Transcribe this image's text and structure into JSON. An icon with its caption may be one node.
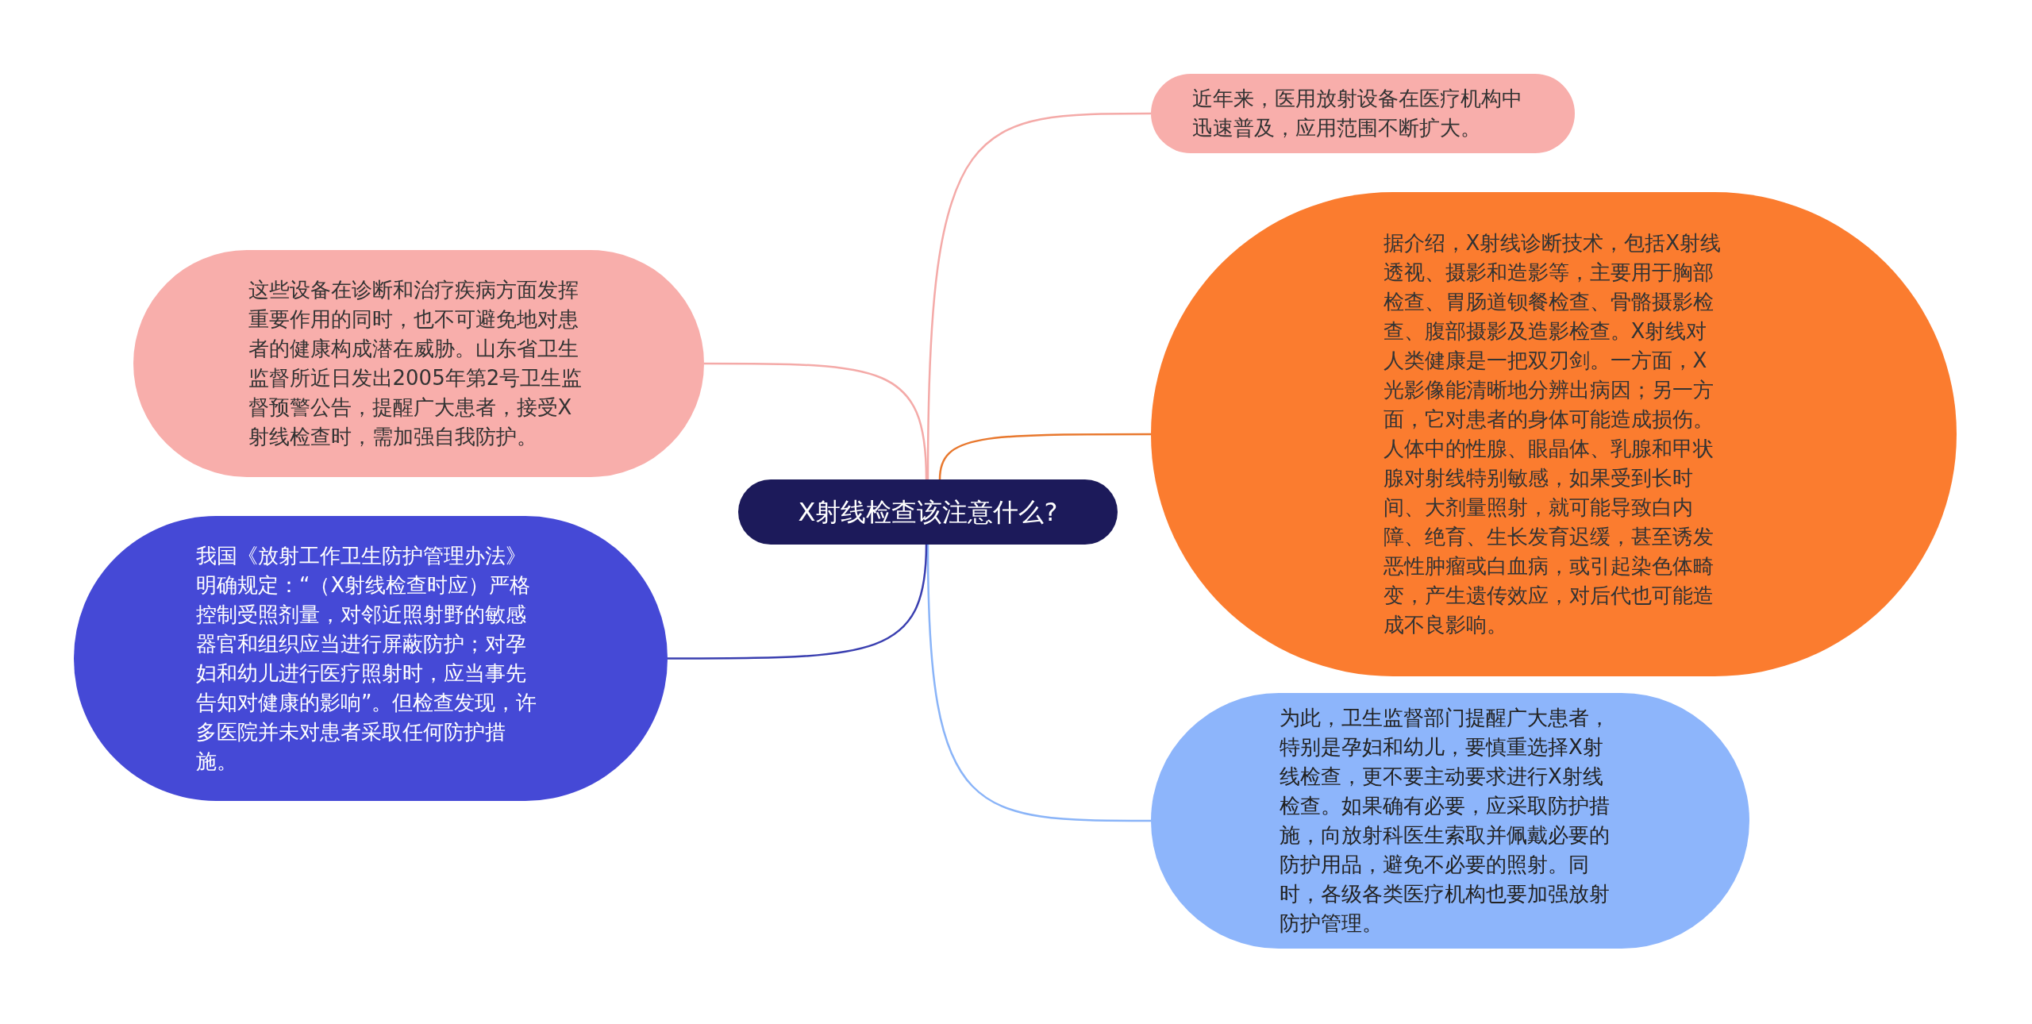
{
  "diagram": {
    "nodes": [
      {
        "text": [
          "X射线检查该注意什么?"
        ]
      },
      {
        "text": [
          "近年来，医用放射设备在医疗机构中迅速普及，应用范围不断扩大。"
        ]
      },
      {
        "text": [
          "据介绍，X射线诊断技术，包括X射线透视、摄影和造影等，主要用于胸部检查、胃肠道钡餐检查、骨骼摄影检查、腹部摄影及造影检查。X射线对人类健康是一把双刃剑。一方面，X光影像能清晰地分辨出病因；另一方面，它对患者的身体可能造成损伤。人体中的性腺、眼晶体、乳腺和甲状腺对射线特别敏感，如果受到长时间、大剂量照射，就可能导致白内障、绝育、生长发育迟缓，甚至诱发恶性肿瘤或白血病，或引起染色体畸变，产生遗传效应，对后代也可能造成不良影响。"
        ]
      },
      {
        "text": [
          "为此，卫生监督部门提醒广大患者，特别是孕妇和幼儿，要慎重选择X射线检查，更不要主动要求进行X射线检查。如果确有必要，应采取防护措施，向放射科医生索取并佩戴必要的防护用品，避免不必要的照射。同时，各级各类医疗机构也要加强放射防护管理。"
        ]
      },
      {
        "text": [
          "这些设备在诊断和治疗疾病方面发挥重要作用的同时，也不可避免地对患者的健康构成潜在威胁。山东省卫生监督所近日发出2005年第2号卫生监督预警公告，提醒广大患者，接受X射线检查时，需加强自我防护。"
        ]
      },
      {
        "text": [
          "我国《放射工作卫生防护管理办法》明确规定：“（X射线检查时应）严格控制受照剂量，对邻近照射野的敏感器官和组织应当进行屏蔽防护；对孕妇和幼儿进行医疗照射时，应当事先告知对健康的影响”。但检查发现，许多医院并未对患者采取任何防护措施。"
        ]
      }
    ],
    "edges": [
      {
        "from": 0,
        "to": 1,
        "arrow": "none",
        "color": "#f4aaa8"
      },
      {
        "from": 0,
        "to": 2,
        "arrow": "none",
        "color": "#e8782e"
      },
      {
        "from": 0,
        "to": 3,
        "arrow": "none",
        "color": "#8ab4f8"
      },
      {
        "from": 0,
        "to": 4,
        "arrow": "none",
        "color": "#f4aaa8"
      },
      {
        "from": 0,
        "to": 5,
        "arrow": "none",
        "color": "#3a3fb0"
      }
    ]
  }
}
